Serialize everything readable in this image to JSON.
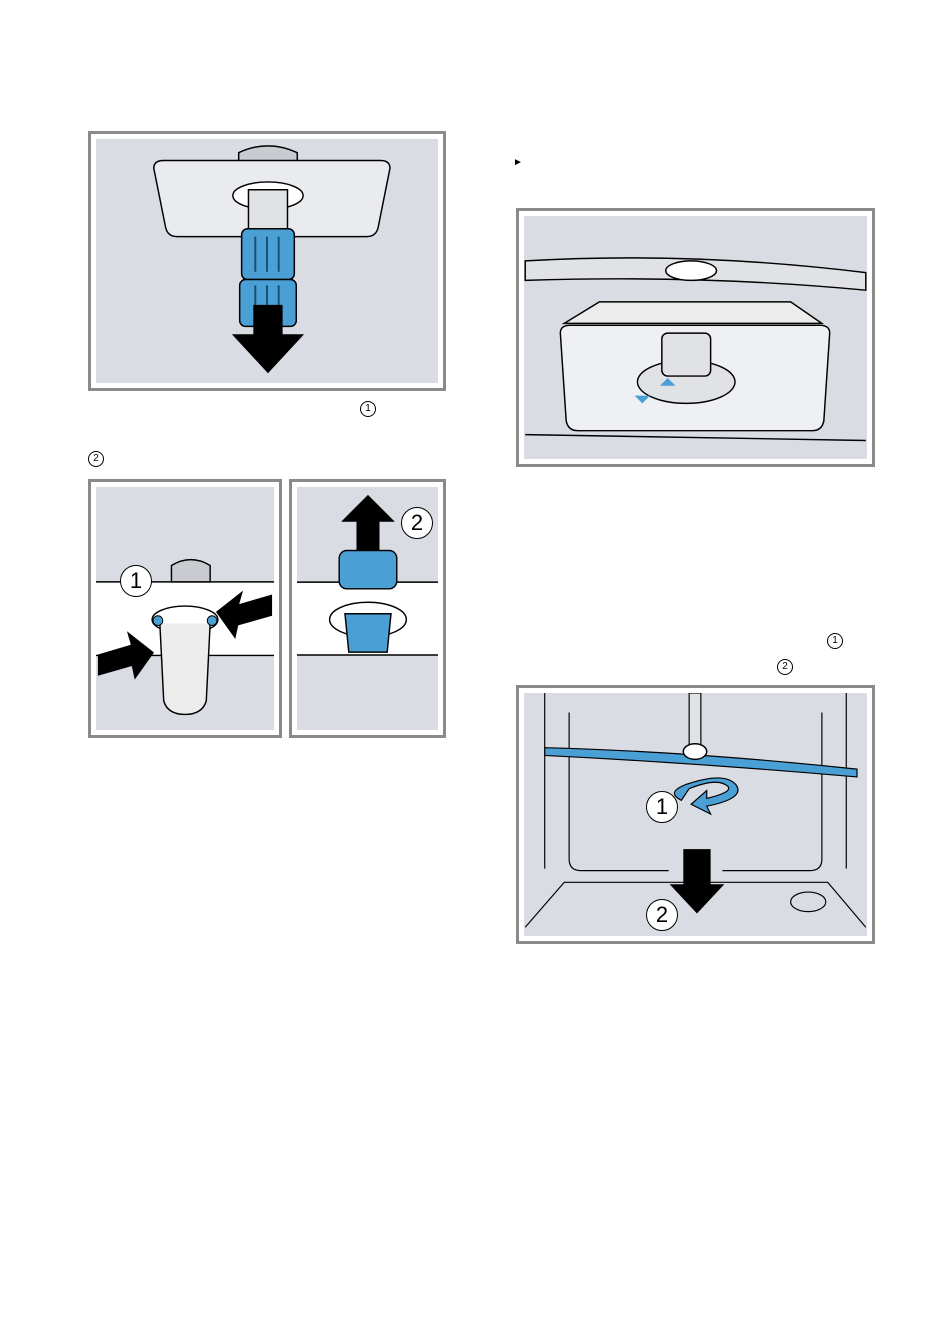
{
  "step_marker": "►",
  "callouts": {
    "one": "1",
    "two": "2"
  },
  "colors": {
    "frame": "#8a8a8a",
    "background": "#d9dce3",
    "accent_blue": "#4a9fd4",
    "arrow": "#000000"
  },
  "figures": [
    {
      "name": "filter-removal-figure",
      "badges": []
    },
    {
      "name": "filter-squeeze-figure",
      "badges": [
        "1"
      ]
    },
    {
      "name": "filter-lift-figure",
      "badges": [
        "2"
      ]
    },
    {
      "name": "filter-reinsert-figure",
      "badges": []
    },
    {
      "name": "spray-arm-removal-figure",
      "badges": [
        "1",
        "2"
      ]
    }
  ]
}
